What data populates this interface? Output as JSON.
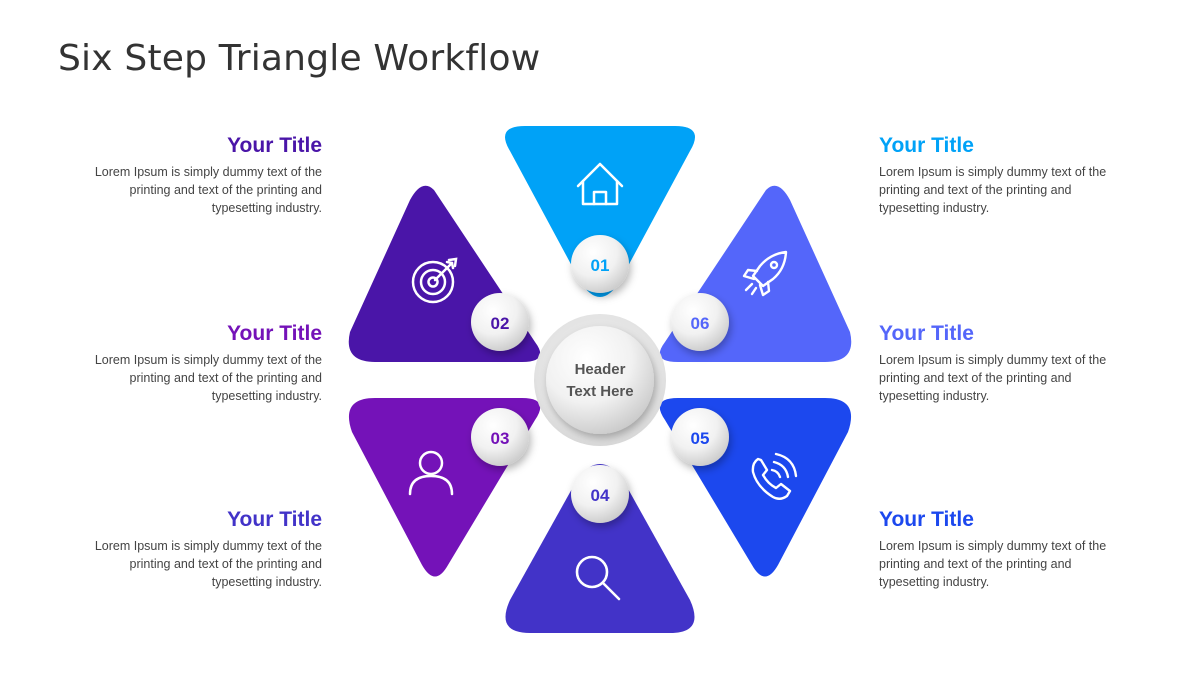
{
  "title": "Six Step Triangle Workflow",
  "center": {
    "line1": "Header",
    "line2": "Text Here"
  },
  "steps": [
    {
      "number": "01",
      "title": "Your Title",
      "description": "Lorem Ipsum is simply dummy  text of the printing and text of the printing  and typesetting industry.",
      "color": "#00A2F7",
      "icon": "house-icon"
    },
    {
      "number": "02",
      "title": "Your Title",
      "description": "Lorem Ipsum is simply dummy  text of the printing and text of the printing  and typesetting industry.",
      "color": "#4A15A8",
      "icon": "target-icon"
    },
    {
      "number": "03",
      "title": "Your Title",
      "description": "Lorem Ipsum is simply dummy  text of the printing and text of the printing  and typesetting industry.",
      "color": "#7412B8",
      "icon": "user-icon"
    },
    {
      "number": "04",
      "title": "Your Title",
      "description": "Lorem Ipsum is simply dummy  text of the printing and text of the printing  and typesetting industry.",
      "color": "#4233C8",
      "icon": "search-icon"
    },
    {
      "number": "05",
      "title": "Your Title",
      "description": "Lorem Ipsum is simply dummy  text of the printing and text of the printing  and typesetting industry.",
      "color": "#1C48EE",
      "icon": "phone-icon"
    },
    {
      "number": "06",
      "title": "Your Title",
      "description": "Lorem Ipsum is simply dummy  text of the printing and text of the printing  and typesetting industry.",
      "color": "#5466FA",
      "icon": "rocket-icon"
    }
  ]
}
